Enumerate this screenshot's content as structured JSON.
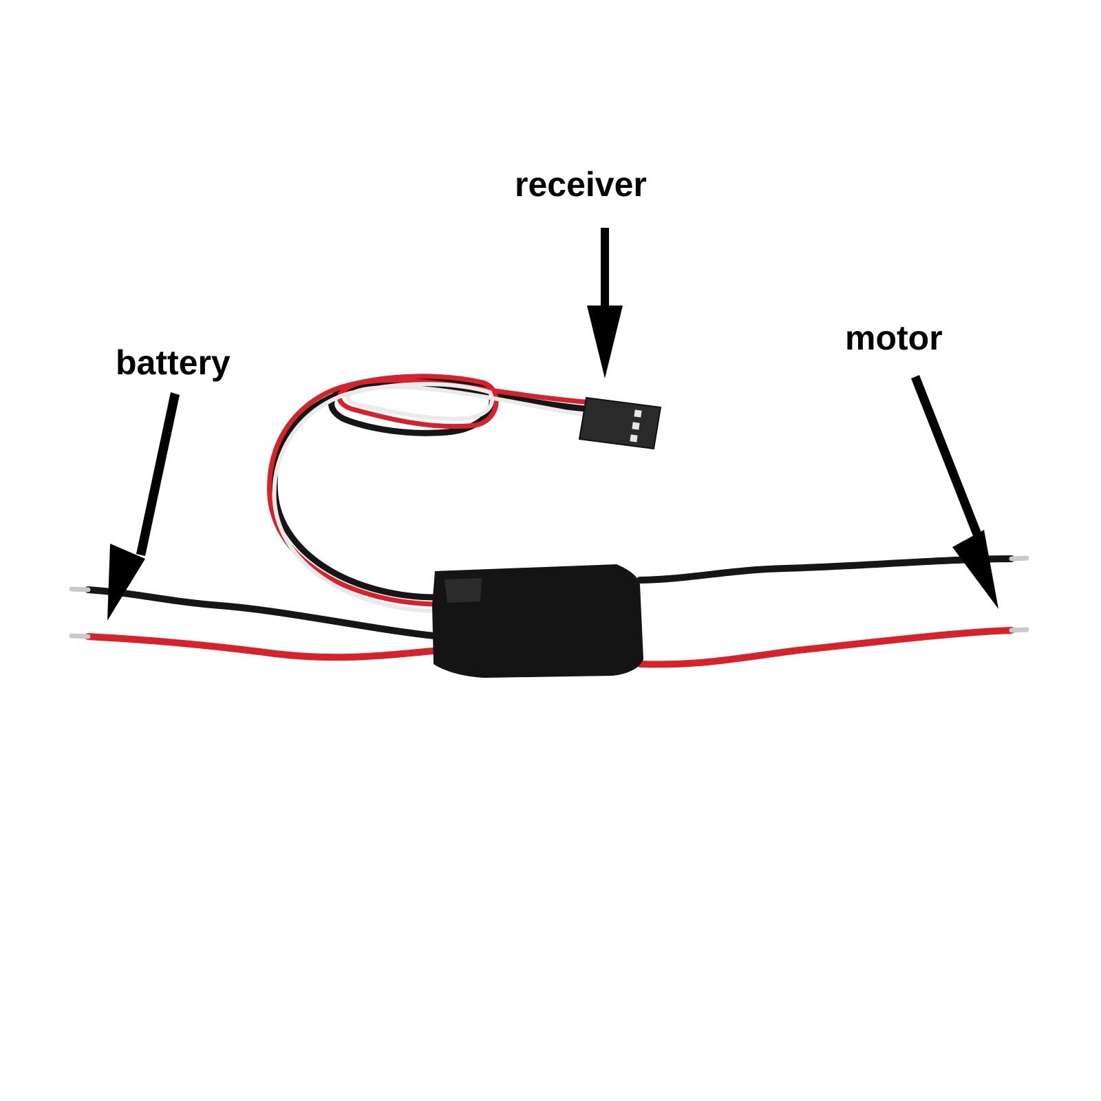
{
  "labels": {
    "receiver": "receiver",
    "battery": "battery",
    "motor": "motor"
  },
  "colors": {
    "background": "#ffffff",
    "arrow": "#000000",
    "esc_body": "#141414",
    "wire_red": "#d8222b",
    "wire_black": "#161616",
    "wire_white": "#f2f2f2",
    "connector": "#2a2a2a",
    "pin_tip": "#c9c9c9"
  }
}
